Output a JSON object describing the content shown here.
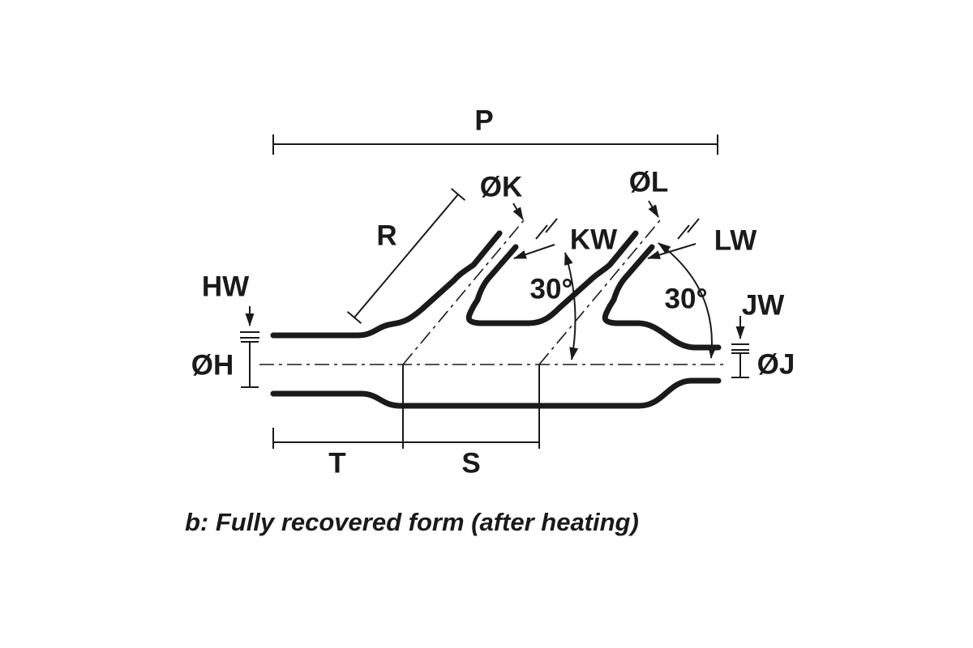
{
  "figure": {
    "caption": "b: Fully recovered form (after heating)",
    "dimension_labels": {
      "overall_length": "P",
      "branch_length": "R",
      "branch1_diameter": "ØK",
      "branch2_diameter": "ØL",
      "branch1_wall": "KW",
      "branch2_wall": "LW",
      "left_wall": "HW",
      "left_diameter": "ØH",
      "right_wall": "JW",
      "right_diameter": "ØJ",
      "trunk_length_t": "T",
      "trunk_length_s": "S"
    },
    "angle_labels": {
      "branch1_angle": "30°",
      "branch2_angle": "30°"
    },
    "colors": {
      "ink": "#1a1a1a",
      "background": "#ffffff"
    }
  }
}
